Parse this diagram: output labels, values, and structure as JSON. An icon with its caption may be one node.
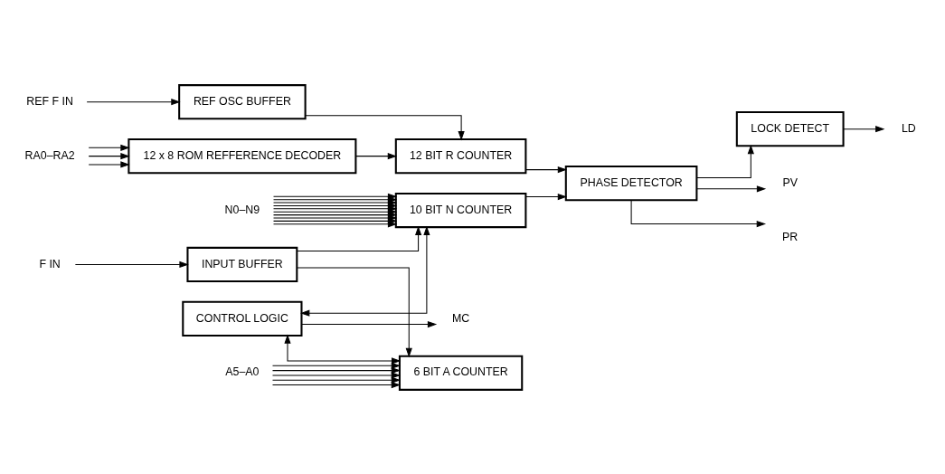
{
  "diagram": {
    "nodes": [
      {
        "text": [
          "REF F IN"
        ]
      },
      {
        "text": [
          "REF OSC BUFFER"
        ]
      },
      {
        "text": [
          "RA0–RA2"
        ]
      },
      {
        "text": [
          "12 x 8 ROM REFFERENCE DECODER"
        ]
      },
      {
        "text": [
          "12 BIT R COUNTER"
        ]
      },
      {
        "text": [
          "LOCK DETECT"
        ]
      },
      {
        "text": [
          "LD"
        ]
      },
      {
        "text": [
          "MC"
        ]
      },
      {
        "text": [
          "F IN"
        ]
      },
      {
        "text": [
          "INPUT BUFFER"
        ]
      },
      {
        "text": [
          "CONTROL LOGIC"
        ]
      },
      {
        "text": [
          "PHASE DETECTOR"
        ]
      },
      {
        "text": [
          "PV"
        ]
      },
      {
        "text": [
          "PR"
        ]
      },
      {
        "text": [
          "6 BIT A COUNTER"
        ]
      },
      {
        "text": [
          "10 BIT N COUNTER"
        ]
      },
      {
        "text": [
          "A5–A0"
        ]
      },
      {
        "text": [
          "N0–N9"
        ]
      }
    ],
    "edges": [
      {
        "from": 0,
        "to": 1,
        "arrow": "to"
      },
      {
        "from": 2,
        "to": 3,
        "arrow": "to"
      },
      {
        "from": 2,
        "to": 3,
        "arrow": "to"
      },
      {
        "from": 2,
        "to": 3,
        "arrow": "to"
      },
      {
        "from": 3,
        "to": 4,
        "arrow": "to"
      },
      {
        "from": 1,
        "to": 4,
        "arrow": "to"
      },
      {
        "from": 4,
        "to": 11,
        "arrow": "to"
      },
      {
        "from": 11,
        "to": 5,
        "arrow": "to"
      },
      {
        "from": 5,
        "to": 6,
        "arrow": "to"
      },
      {
        "from": 10,
        "to": 7,
        "arrow": "to"
      },
      {
        "from": 11,
        "to": 12,
        "arrow": "to"
      },
      {
        "from": 11,
        "to": 13,
        "arrow": "to"
      },
      {
        "from": 8,
        "to": 9,
        "arrow": "to"
      },
      {
        "from": 9,
        "to": 14,
        "arrow": "to"
      },
      {
        "from": 9,
        "to": 15,
        "arrow": "to"
      },
      {
        "from": 10,
        "to": 14,
        "arrow": "both"
      },
      {
        "from": 10,
        "to": 15,
        "arrow": "both"
      },
      {
        "from": 15,
        "to": 11,
        "arrow": "to"
      },
      {
        "from": 16,
        "to": 14,
        "arrow": "to"
      },
      {
        "from": 16,
        "to": 14,
        "arrow": "to"
      },
      {
        "from": 16,
        "to": 14,
        "arrow": "to"
      },
      {
        "from": 16,
        "to": 14,
        "arrow": "to"
      },
      {
        "from": 16,
        "to": 14,
        "arrow": "to"
      },
      {
        "from": 17,
        "to": 15,
        "arrow": "to"
      },
      {
        "from": 17,
        "to": 15,
        "arrow": "to"
      },
      {
        "from": 17,
        "to": 15,
        "arrow": "to"
      },
      {
        "from": 17,
        "to": 15,
        "arrow": "to"
      },
      {
        "from": 17,
        "to": 15,
        "arrow": "to"
      },
      {
        "from": 17,
        "to": 15,
        "arrow": "to"
      },
      {
        "from": 17,
        "to": 15,
        "arrow": "to"
      },
      {
        "from": 17,
        "to": 15,
        "arrow": "to"
      },
      {
        "from": 17,
        "to": 15,
        "arrow": "to"
      },
      {
        "from": 17,
        "to": 15,
        "arrow": "to"
      }
    ]
  }
}
